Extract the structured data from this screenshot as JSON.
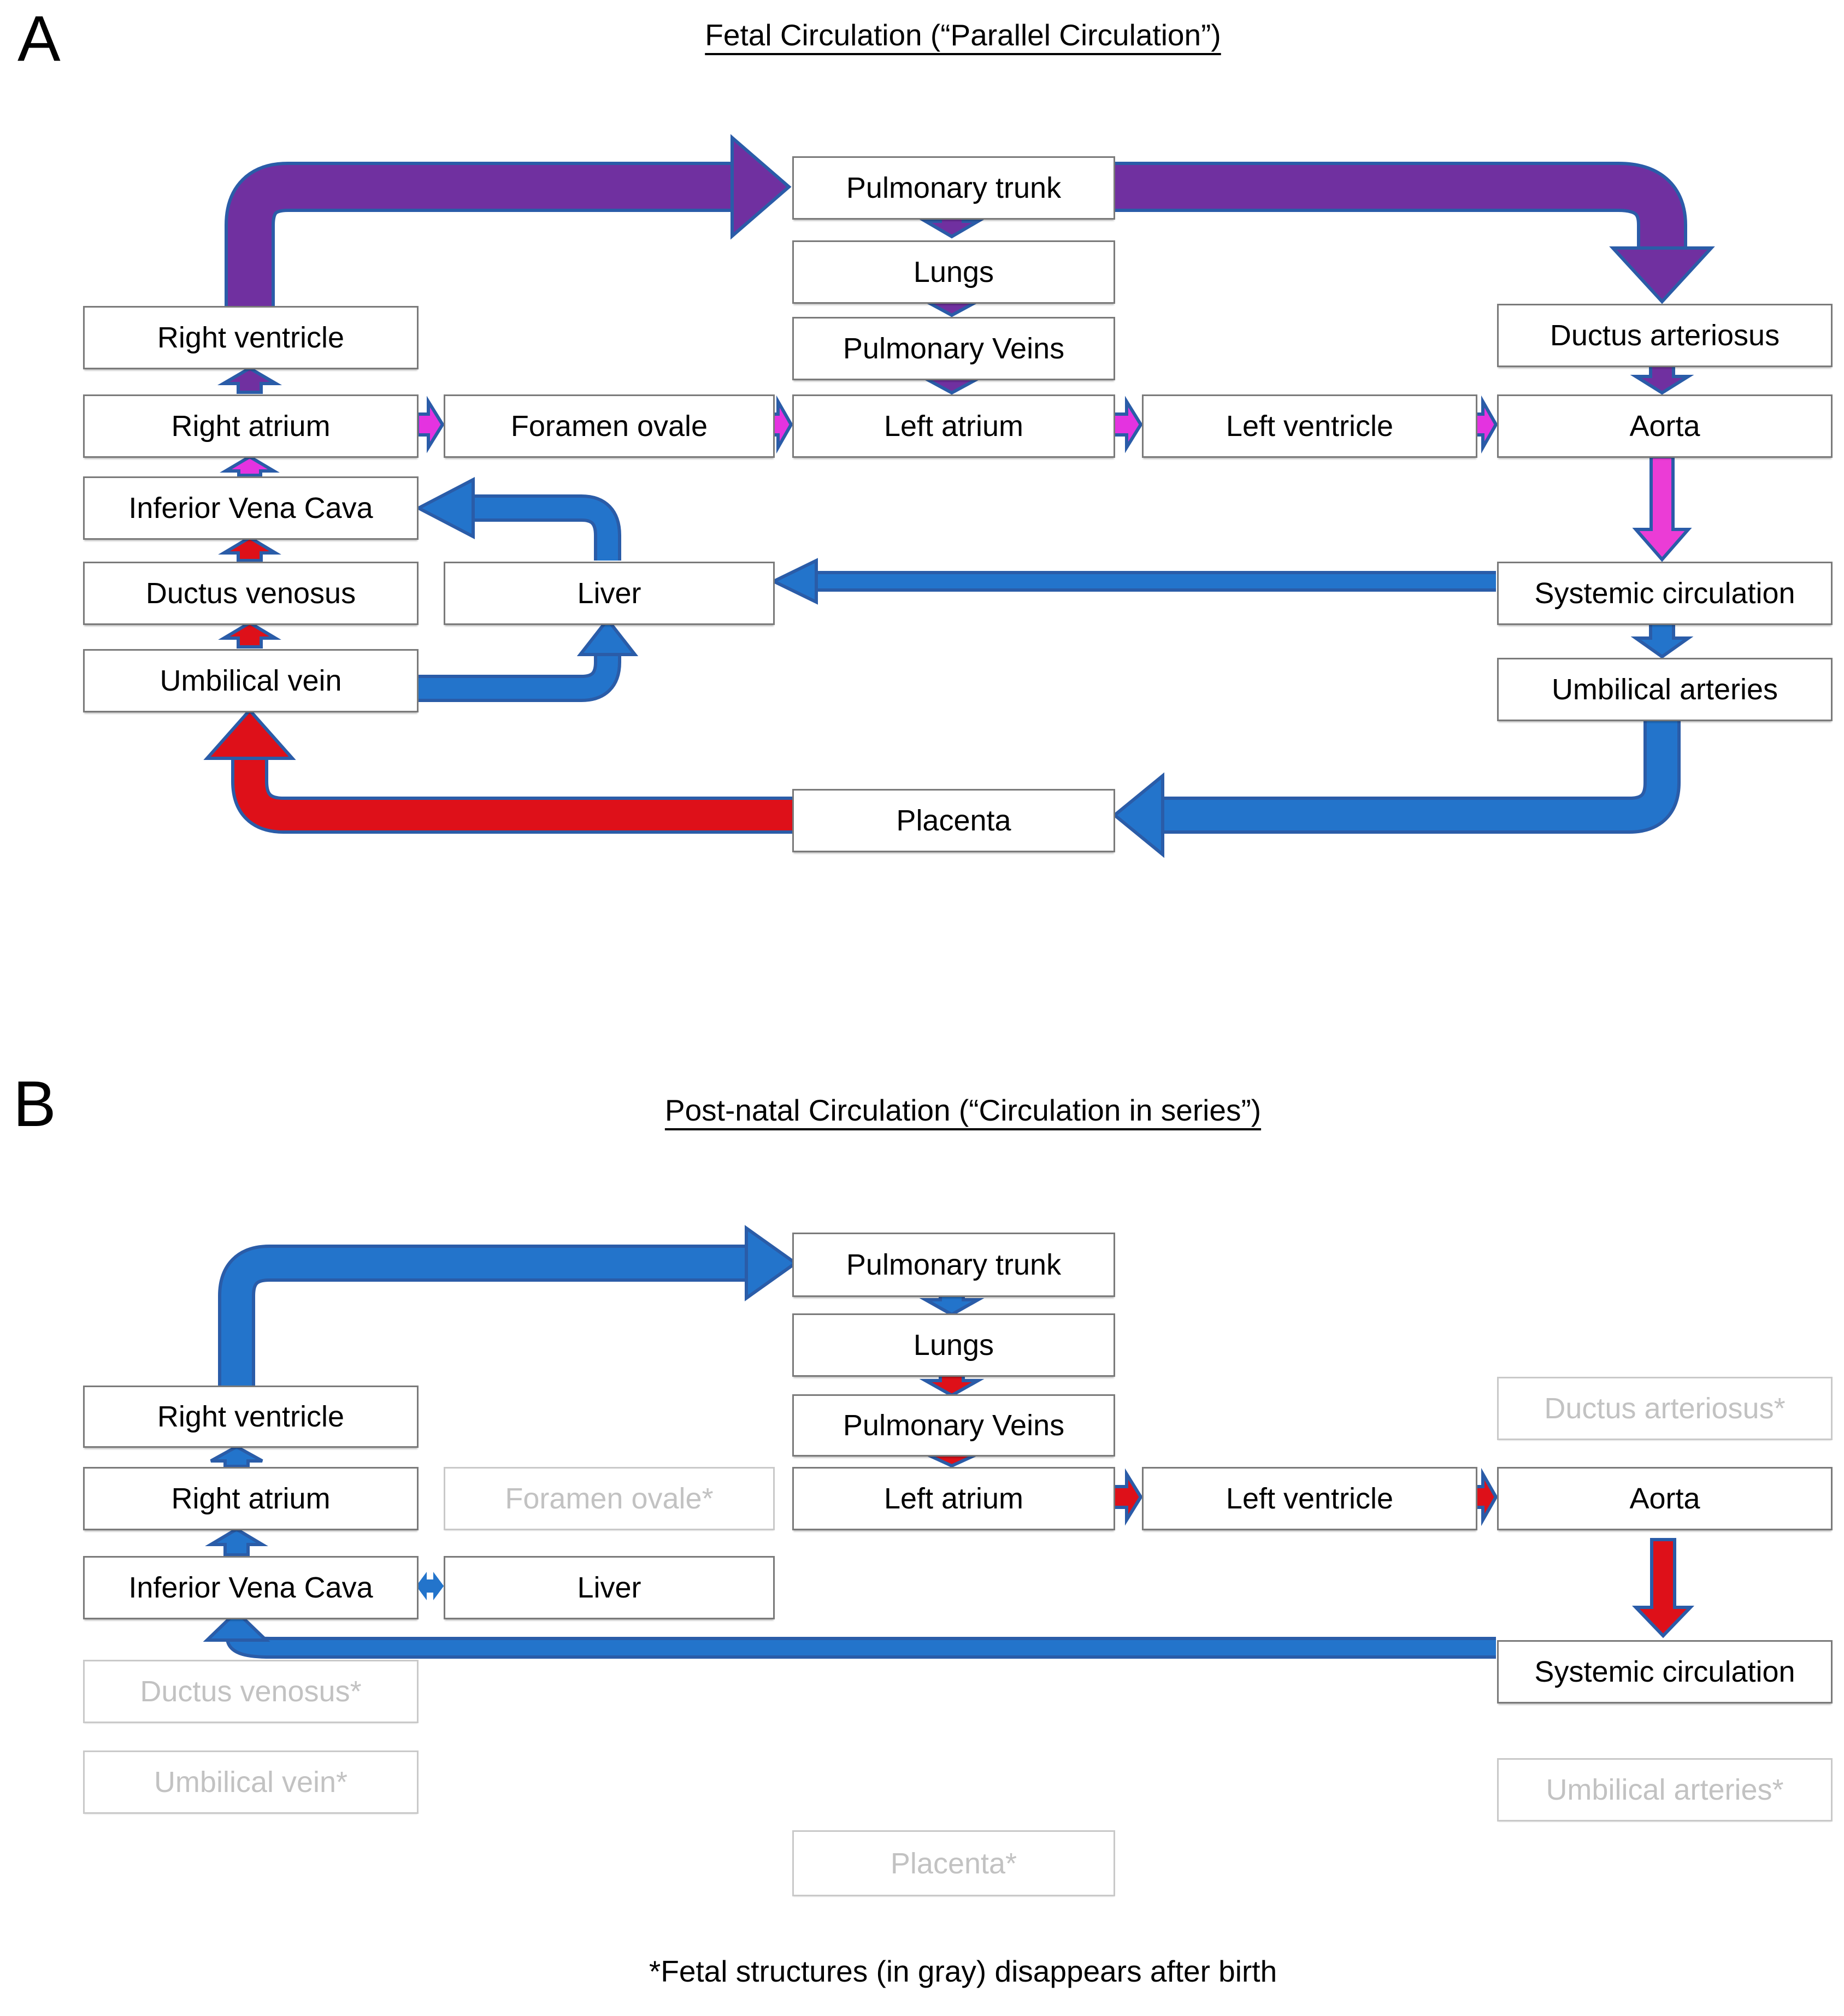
{
  "colors": {
    "purple": "#7030A0",
    "magenta": "#E433E0",
    "pink": "#EB3CD6",
    "red": "#DE1019",
    "blue": "#2374CB",
    "arrow_outline": "#2A5CA8",
    "box_border": "#7A7A7A",
    "gray_border": "#C9C9C9",
    "gray_text": "#C2C2C2",
    "text": "#000000"
  },
  "panel_a": {
    "label": "A",
    "title": "Fetal Circulation (“Parallel Circulation”)",
    "boxes": {
      "pulmonary_trunk": "Pulmonary trunk",
      "lungs": "Lungs",
      "pulmonary_veins": "Pulmonary Veins",
      "right_ventricle": "Right ventricle",
      "right_atrium": "Right atrium",
      "foramen_ovale": "Foramen ovale",
      "left_atrium": "Left atrium",
      "left_ventricle": "Left ventricle",
      "ductus_arteriosus": "Ductus arteriosus",
      "aorta": "Aorta",
      "inferior_vena_cava": "Inferior Vena Cava",
      "liver": "Liver",
      "systemic_circulation": "Systemic circulation",
      "ductus_venosus": "Ductus venosus",
      "umbilical_vein": "Umbilical vein",
      "umbilical_arteries": "Umbilical arteries",
      "placenta": "Placenta"
    }
  },
  "panel_b": {
    "label": "B",
    "title": "Post-natal Circulation (“Circulation in series”)",
    "boxes": {
      "pulmonary_trunk": "Pulmonary trunk",
      "lungs": "Lungs",
      "pulmonary_veins": "Pulmonary Veins",
      "right_ventricle": "Right ventricle",
      "right_atrium": "Right atrium",
      "foramen_ovale": "Foramen ovale*",
      "left_atrium": "Left atrium",
      "left_ventricle": "Left ventricle",
      "ductus_arteriosus": "Ductus arteriosus*",
      "aorta": "Aorta",
      "inferior_vena_cava": "Inferior Vena Cava",
      "liver": "Liver",
      "systemic_circulation": "Systemic circulation",
      "ductus_venosus": "Ductus venosus*",
      "umbilical_vein": "Umbilical vein*",
      "umbilical_arteries": "Umbilical arteries*",
      "placenta": "Placenta*"
    }
  },
  "footnote": "*Fetal structures (in gray) disappears after birth"
}
